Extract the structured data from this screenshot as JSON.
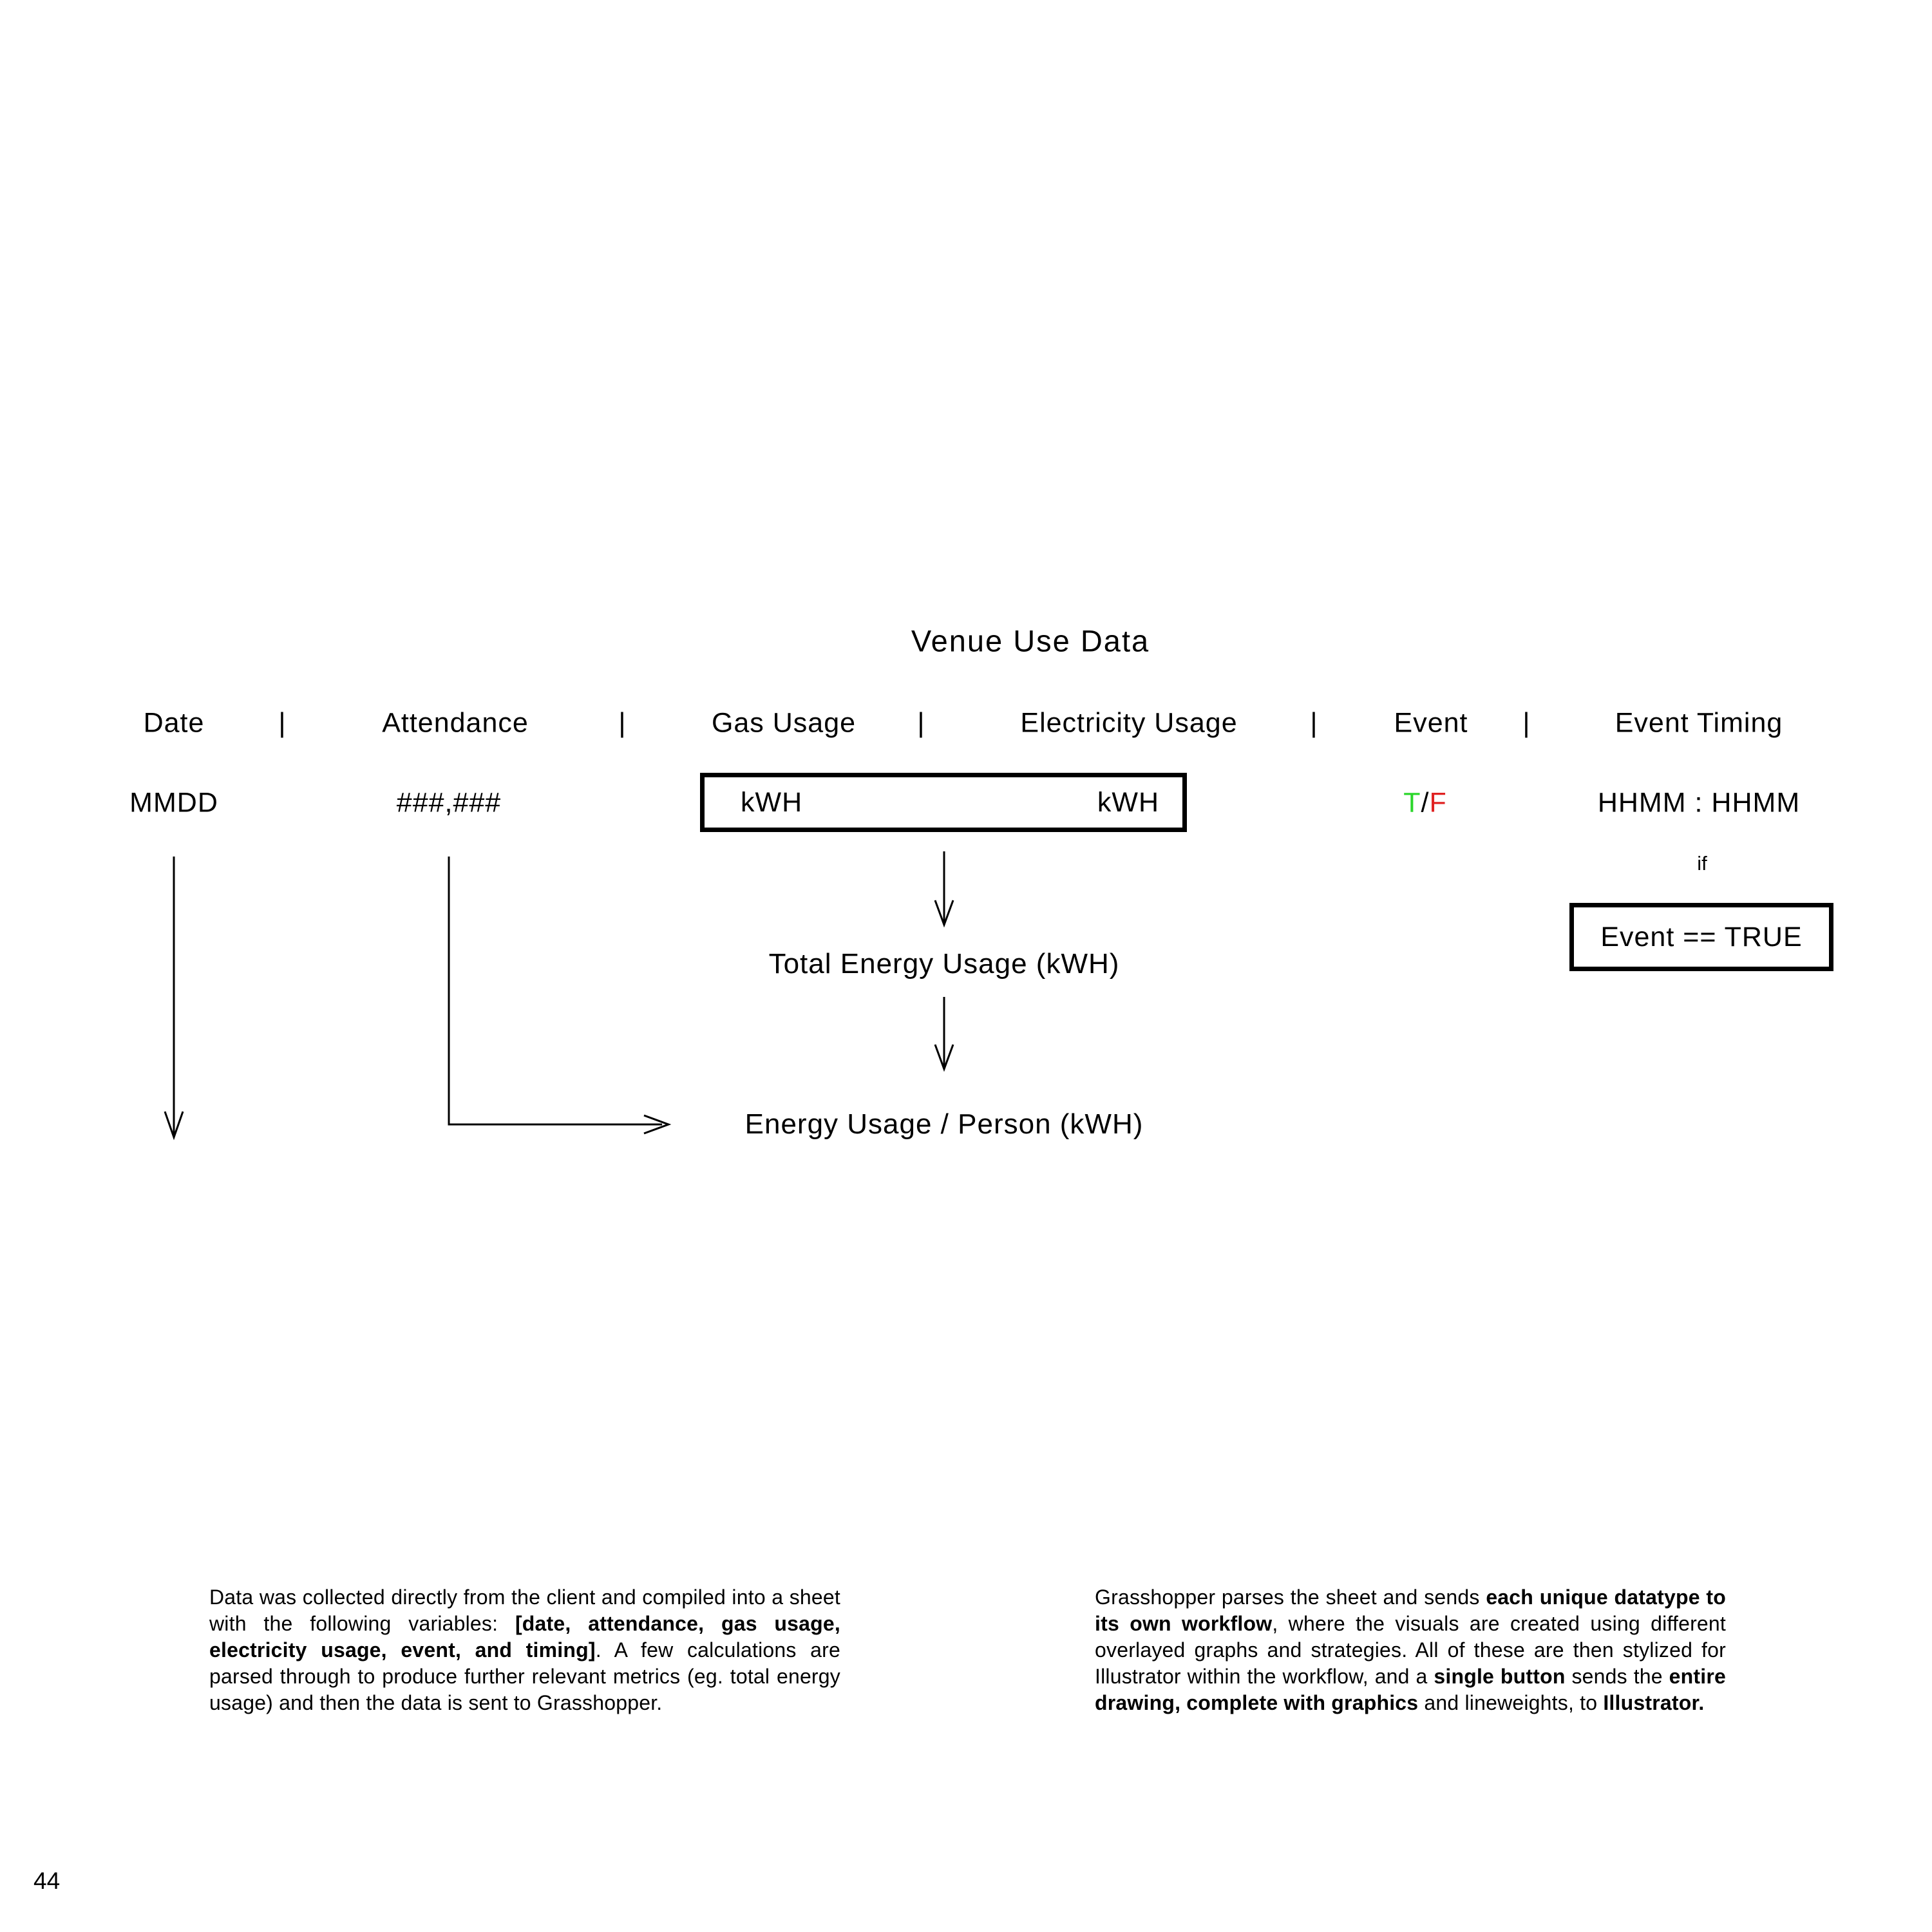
{
  "title": "Venue Use Data",
  "separator": "|",
  "columns": [
    "Date",
    "Attendance",
    "Gas Usage",
    "Electricity Usage",
    "Event",
    "Event Timing"
  ],
  "values": {
    "date": "MMDD",
    "attendance": "###,###",
    "gas_unit": "kWH",
    "electricity_unit": "kWH",
    "event": {
      "t": "T",
      "slash": "/",
      "f": "F"
    },
    "timing": "HHMM : HHMM"
  },
  "condition": {
    "if_label": "if",
    "box_label": "Event == TRUE"
  },
  "derived": {
    "total": "Total Energy Usage (kWH)",
    "per_person": "Energy Usage / Person (kWH)"
  },
  "colors": {
    "true_green": "#2bd62b",
    "false_red": "#e02222",
    "ink": "#000000"
  },
  "paragraphs": {
    "left": {
      "segments": [
        {
          "text": "Data was collected directly from the client and compiled into a sheet with the following variables: ",
          "bold": false
        },
        {
          "text": "[date, attendance, gas usage, electricity usage, event, and timing]",
          "bold": true
        },
        {
          "text": ". A few calculations are parsed through to produce further relevant metrics (eg. total energy usage) and then the data is sent to Grasshopper.",
          "bold": false
        }
      ]
    },
    "right": {
      "segments": [
        {
          "text": "Grasshopper parses the sheet and sends ",
          "bold": false
        },
        {
          "text": "each unique datatype to its own workflow",
          "bold": true
        },
        {
          "text": ", where the visuals are created using different overlayed graphs and strategies. All of these are then stylized for Illustrator within the workflow, and a ",
          "bold": false
        },
        {
          "text": "single button",
          "bold": true
        },
        {
          "text": " sends the ",
          "bold": false
        },
        {
          "text": "entire drawing, complete with graphics",
          "bold": true
        },
        {
          "text": " and lineweights, to ",
          "bold": false
        },
        {
          "text": "Illustrator.",
          "bold": true
        }
      ]
    }
  },
  "page_number": "44"
}
